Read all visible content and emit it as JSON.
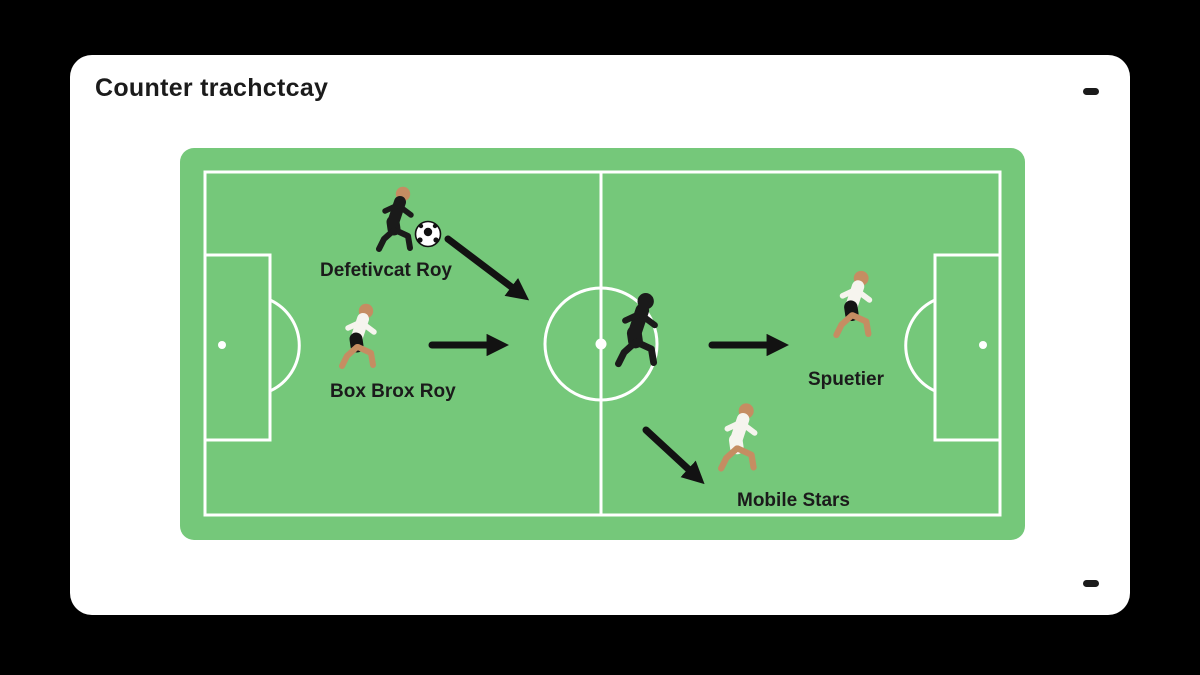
{
  "slide": {
    "title": "Counter trachctcay"
  },
  "pitch": {
    "players": [
      {
        "id": "top-left",
        "team": "dark",
        "label": "Defetivcat Roy",
        "has_ball": true
      },
      {
        "id": "mid-left",
        "team": "light",
        "label": "Box Brox Roy",
        "has_ball": false
      },
      {
        "id": "center",
        "team": "dark-silhouette",
        "label": "",
        "has_ball": false
      },
      {
        "id": "right",
        "team": "light",
        "label": "Spuetier",
        "has_ball": false
      },
      {
        "id": "bottom",
        "team": "light",
        "label": "Mobile Stars",
        "has_ball": false
      }
    ],
    "arrows": [
      {
        "from": "player-top-left",
        "to": "center-circle",
        "direction": "down-right"
      },
      {
        "from": "player-mid-left",
        "to": "center-circle",
        "direction": "right"
      },
      {
        "from": "center-circle",
        "to": "player-right",
        "direction": "right"
      },
      {
        "from": "center-circle",
        "to": "player-bottom",
        "direction": "down-right"
      }
    ],
    "icons": {
      "soccer_ball": "ball-circle-with-pentagons",
      "player": "running-figure",
      "arrow": "solid-black-arrow"
    }
  },
  "colors": {
    "background": "#000000",
    "card": "#ffffff",
    "text": "#1b1b1b",
    "grass": "#75c87a",
    "line": "#ffffff",
    "arrow": "#121212",
    "shirt_dark": "#1a1a1a",
    "shirt_light": "#f6f4ee",
    "shorts_dark": "#141414",
    "skin": "#c58d62"
  }
}
